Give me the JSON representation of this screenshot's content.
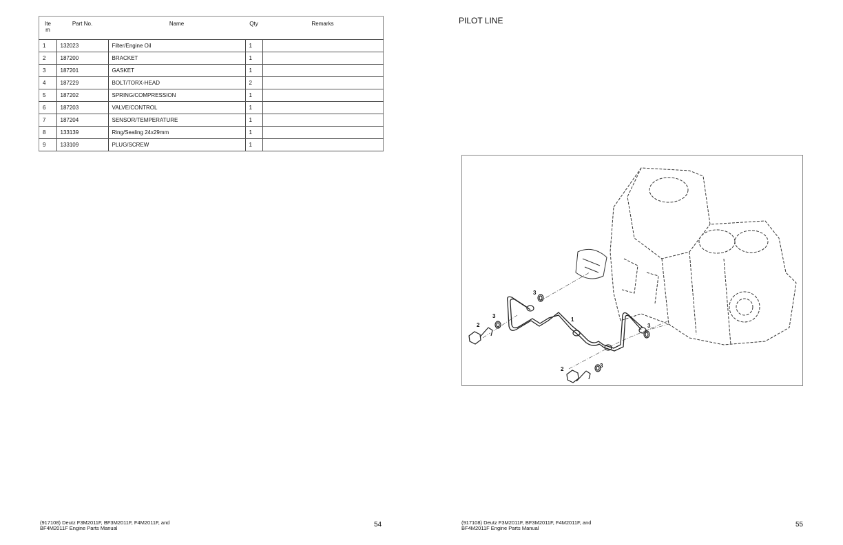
{
  "left_page": {
    "table": {
      "headers": [
        "Ite m",
        "Part No.",
        "Name",
        "Qty",
        "Remarks"
      ],
      "rows": [
        {
          "item": "1",
          "part": "132023",
          "name": "Filter/Engine Oil",
          "qty": "1",
          "remarks": ""
        },
        {
          "item": "2",
          "part": "187200",
          "name": "BRACKET",
          "qty": "1",
          "remarks": ""
        },
        {
          "item": "3",
          "part": "187201",
          "name": "GASKET",
          "qty": "1",
          "remarks": ""
        },
        {
          "item": "4",
          "part": "187229",
          "name": "BOLT/TORX-HEAD",
          "qty": "2",
          "remarks": ""
        },
        {
          "item": "5",
          "part": "187202",
          "name": "SPRING/COMPRESSION",
          "qty": "1",
          "remarks": ""
        },
        {
          "item": "6",
          "part": "187203",
          "name": "VALVE/CONTROL",
          "qty": "1",
          "remarks": ""
        },
        {
          "item": "7",
          "part": "187204",
          "name": "SENSOR/TEMPERATURE",
          "qty": "1",
          "remarks": ""
        },
        {
          "item": "8",
          "part": "133139",
          "name": "Ring/Sealing 24x29mm",
          "qty": "1",
          "remarks": ""
        },
        {
          "item": "9",
          "part": "133109",
          "name": "PLUG/SCREW",
          "qty": "1",
          "remarks": ""
        }
      ]
    },
    "footer_line1": "(917108) Deutz F3M2011F, BF3M2011F, F4M2011F, and",
    "footer_line2": "BF4M2011F Engine Parts Manual",
    "page_number": "54"
  },
  "right_page": {
    "title": "PILOT LINE",
    "figure_callouts": [
      "3",
      "3",
      "2",
      "1",
      "3",
      "2",
      "3"
    ],
    "footer_line1": "(917108) Deutz F3M2011F, BF3M2011F, F4M2011F, and",
    "footer_line2": "BF4M2011F Engine Parts Manual",
    "page_number": "55"
  }
}
